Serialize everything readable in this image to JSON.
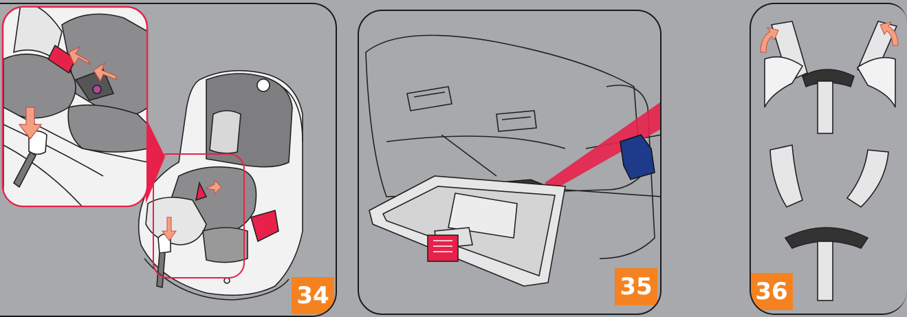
{
  "steps": [
    {
      "number": "34"
    },
    {
      "number": "35"
    },
    {
      "number": "36"
    }
  ],
  "colors": {
    "background": "#a7a9ac",
    "badge": "#f58220",
    "accent_red": "#e8214b",
    "arrow_orange": "#f4a080",
    "blue_part": "#1e3a8a"
  }
}
